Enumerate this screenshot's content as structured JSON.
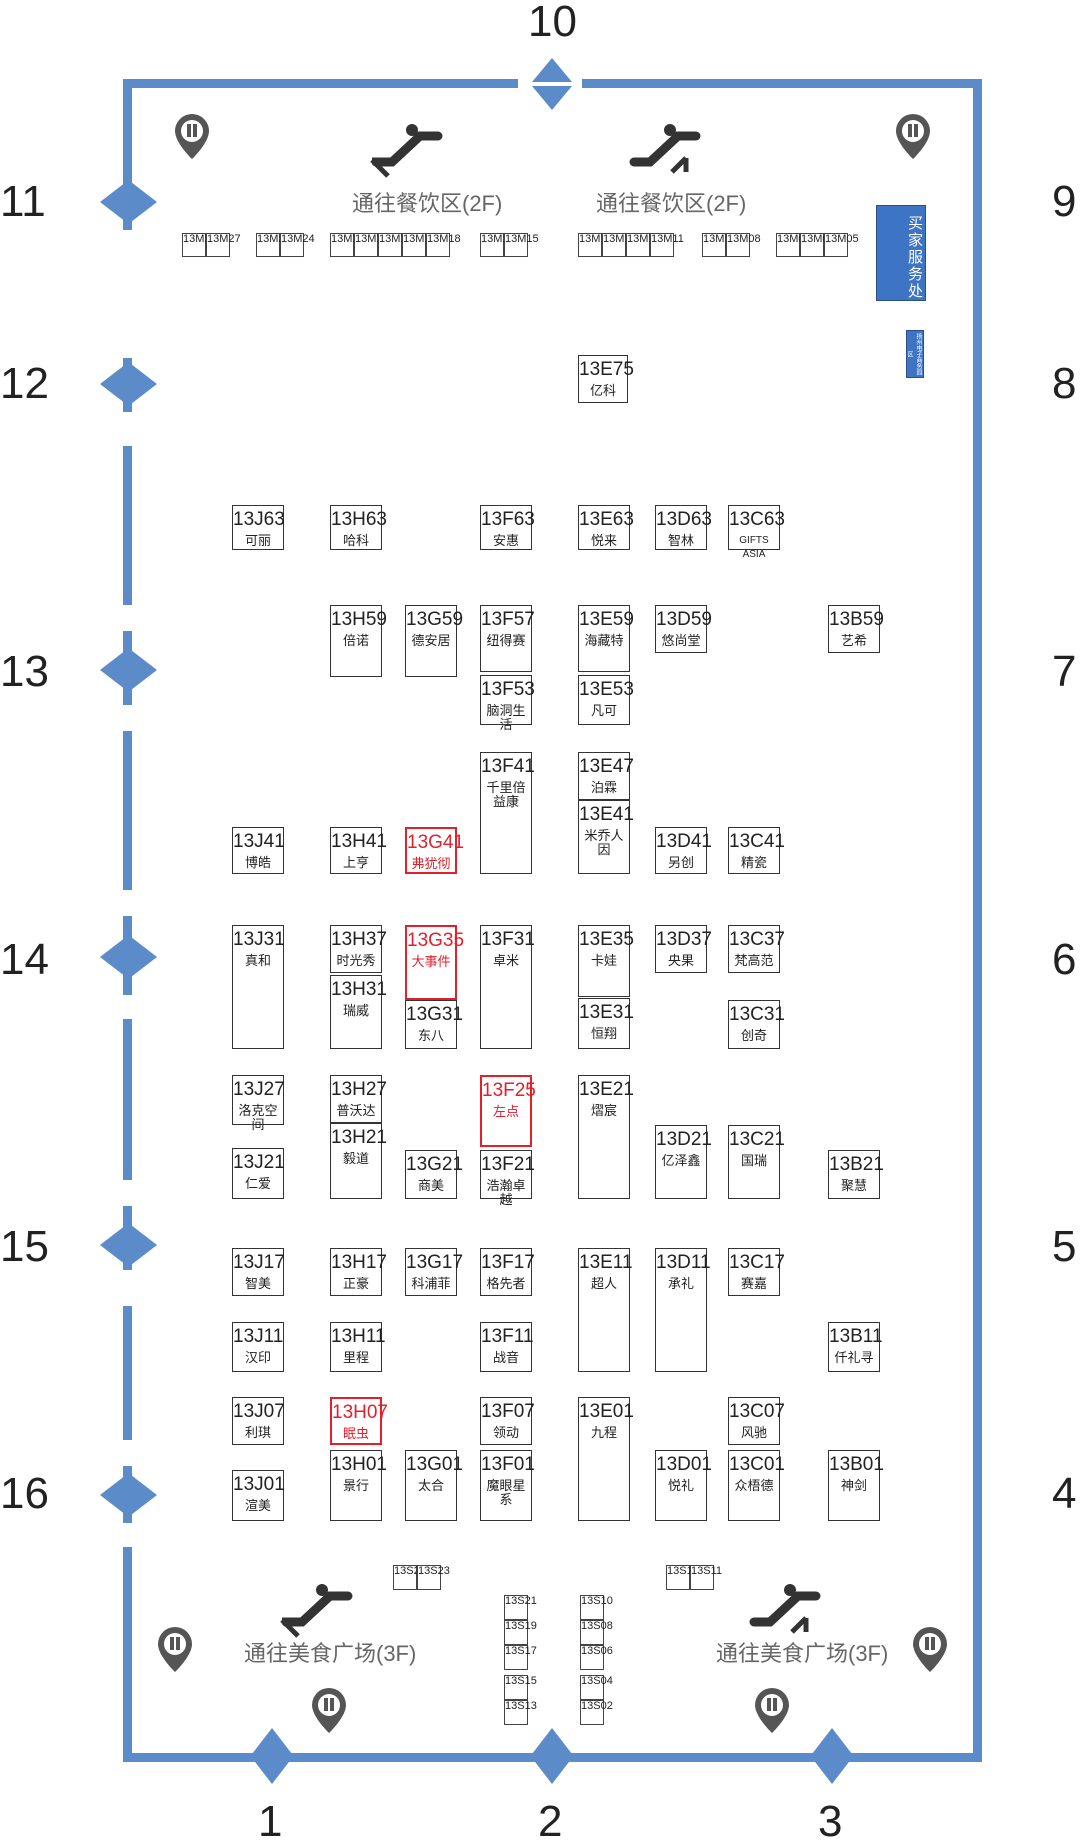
{
  "gates": [
    "1",
    "2",
    "3",
    "4",
    "5",
    "6",
    "7",
    "8",
    "9",
    "10",
    "11",
    "12",
    "13",
    "14",
    "15",
    "16"
  ],
  "upstairs_label": "通往餐饮区(2F)",
  "downstairs_label": "通往美食广场(3F)",
  "buyer_service": "买家服务处",
  "mall_sign": "扬州电子商务园区",
  "featured_booths": [
    {
      "code": "13E75",
      "name": "亿科"
    },
    {
      "code": "13J63",
      "name": "可丽"
    },
    {
      "code": "13H63",
      "name": "哈科"
    },
    {
      "code": "13F63",
      "name": "安惠"
    },
    {
      "code": "13E63",
      "name": "悦来"
    },
    {
      "code": "13D63",
      "name": "智林"
    },
    {
      "code": "13C63",
      "name": "GIFTS ASIA"
    },
    {
      "code": "13H59",
      "name": "倍诺"
    },
    {
      "code": "13G59",
      "name": "德安居"
    },
    {
      "code": "13F57",
      "name": "纽得赛"
    },
    {
      "code": "13E59",
      "name": "海藏特"
    },
    {
      "code": "13D59",
      "name": "悠尚堂"
    },
    {
      "code": "13B59",
      "name": "艺希"
    },
    {
      "code": "13F53",
      "name": "脑洞生活"
    },
    {
      "code": "13E53",
      "name": "凡可"
    },
    {
      "code": "13F41",
      "name": "千里倍益康"
    },
    {
      "code": "13E47",
      "name": "泊霖"
    },
    {
      "code": "13E41",
      "name": "米乔人因"
    },
    {
      "code": "13J41",
      "name": "博皓"
    },
    {
      "code": "13H41",
      "name": "上亨"
    },
    {
      "code": "13G41",
      "name": "弗犹彻"
    },
    {
      "code": "13D41",
      "name": "另创"
    },
    {
      "code": "13C41",
      "name": "精瓷"
    },
    {
      "code": "13J31",
      "name": "真和"
    },
    {
      "code": "13H37",
      "name": "时光秀"
    },
    {
      "code": "13G35",
      "name": "大事件"
    },
    {
      "code": "13F31",
      "name": "卓米"
    },
    {
      "code": "13E35",
      "name": "卡娃"
    },
    {
      "code": "13D37",
      "name": "央果"
    },
    {
      "code": "13C37",
      "name": "梵高范"
    },
    {
      "code": "13H31",
      "name": "瑞威"
    },
    {
      "code": "13G31",
      "name": "东八"
    },
    {
      "code": "13E31",
      "name": "恒翔"
    },
    {
      "code": "13C31",
      "name": "创奇"
    },
    {
      "code": "13J27",
      "name": "洛克空间"
    },
    {
      "code": "13H27",
      "name": "普沃达"
    },
    {
      "code": "13F25",
      "name": "左点"
    },
    {
      "code": "13E21",
      "name": "熠宸"
    },
    {
      "code": "13H21",
      "name": "毅道"
    },
    {
      "code": "13J21",
      "name": "仁爱"
    },
    {
      "code": "13G21",
      "name": "商美"
    },
    {
      "code": "13F21",
      "name": "浩瀚卓越"
    },
    {
      "code": "13D21",
      "name": "亿泽鑫"
    },
    {
      "code": "13C21",
      "name": "国瑞"
    },
    {
      "code": "13B21",
      "name": "聚慧"
    },
    {
      "code": "13J17",
      "name": "智美"
    },
    {
      "code": "13H17",
      "name": "正豪"
    },
    {
      "code": "13G17",
      "name": "科浦菲"
    },
    {
      "code": "13F17",
      "name": "格先者"
    },
    {
      "code": "13E11",
      "name": "超人"
    },
    {
      "code": "13D11",
      "name": "承礼"
    },
    {
      "code": "13C17",
      "name": "赛嘉"
    },
    {
      "code": "13J11",
      "name": "汉印"
    },
    {
      "code": "13H11",
      "name": "里程"
    },
    {
      "code": "13F11",
      "name": "战音"
    },
    {
      "code": "13B11",
      "name": "仟礼寻"
    },
    {
      "code": "13J07",
      "name": "利琪"
    },
    {
      "code": "13H07",
      "name": "眠虫"
    },
    {
      "code": "13F07",
      "name": "领动"
    },
    {
      "code": "13E01",
      "name": "九程"
    },
    {
      "code": "13C07",
      "name": "风驰"
    },
    {
      "code": "13J01",
      "name": "渲美"
    },
    {
      "code": "13H01",
      "name": "景行"
    },
    {
      "code": "13G01",
      "name": "太合"
    },
    {
      "code": "13F01",
      "name": "魔眼星系"
    },
    {
      "code": "13D01",
      "name": "悦礼"
    },
    {
      "code": "13C01",
      "name": "众梧德"
    },
    {
      "code": "13B01",
      "name": "神剑"
    }
  ],
  "highlighted": [
    "13G41",
    "13G35",
    "13F25",
    "13H07"
  ],
  "small_booths": [
    "13M28",
    "13M27",
    "13M26",
    "13M24",
    "13M22",
    "13M21",
    "13M20",
    "13M19",
    "13M18",
    "13M16",
    "13M15",
    "13M14",
    "13M13",
    "13M12",
    "13M11",
    "13M10",
    "13M08",
    "13M07",
    "13M06",
    "13M05",
    "13S24",
    "13S23",
    "13S12",
    "13S11",
    "13S21",
    "13S19",
    "13S17",
    "13S15",
    "13S13",
    "13S10",
    "13S08",
    "13S06",
    "13S04",
    "13S02"
  ]
}
